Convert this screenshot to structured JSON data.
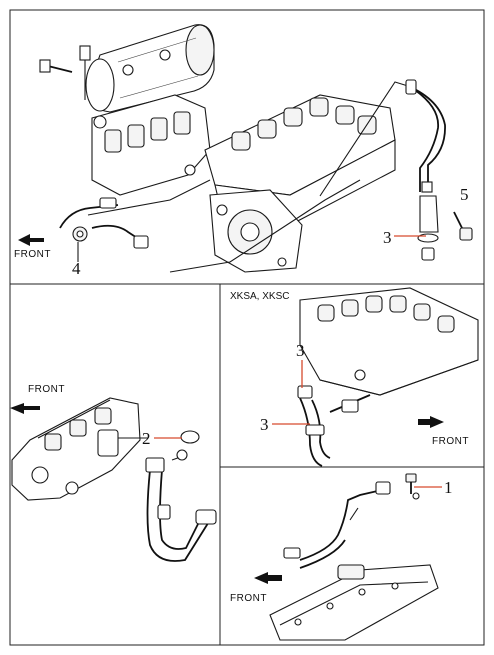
{
  "labels": {
    "front": "FRONT",
    "variant_header": "XKSA, XKSC",
    "callout_1": "1",
    "callout_2": "2",
    "callout_3": "3",
    "callout_4": "4",
    "callout_5": "5"
  },
  "colors": {
    "line": "#1a1a1a",
    "callout_leader": "#d64a2e",
    "background": "#ffffff"
  }
}
